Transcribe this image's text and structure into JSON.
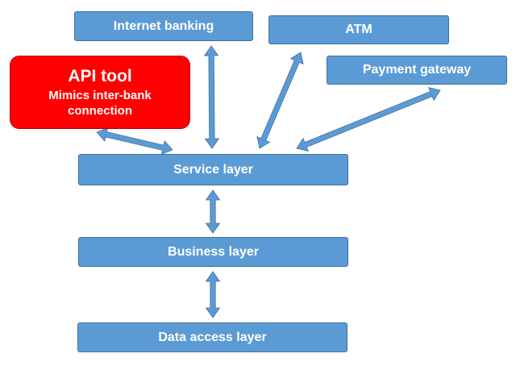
{
  "colors": {
    "box_fill": "#5b9bd5",
    "box_border": "#41719c",
    "api_fill": "#ff0000",
    "api_border": "#c00000",
    "arrow": "#5b9bd5",
    "text": "#ffffff"
  },
  "boxes": {
    "internet_banking": "Internet banking",
    "atm": "ATM",
    "payment_gateway": "Payment gateway",
    "api_tool": {
      "title": "API tool",
      "line1": "Mimics inter-bank",
      "line2": "connection"
    },
    "service_layer": "Service layer",
    "business_layer": "Business layer",
    "data_access_layer": "Data access layer"
  },
  "connections": [
    {
      "from": "internet_banking",
      "to": "service_layer",
      "direction": "both"
    },
    {
      "from": "atm",
      "to": "service_layer",
      "direction": "both"
    },
    {
      "from": "payment_gateway",
      "to": "service_layer",
      "direction": "both"
    },
    {
      "from": "api_tool",
      "to": "service_layer",
      "direction": "both"
    },
    {
      "from": "service_layer",
      "to": "business_layer",
      "direction": "both"
    },
    {
      "from": "business_layer",
      "to": "data_access_layer",
      "direction": "both"
    }
  ]
}
